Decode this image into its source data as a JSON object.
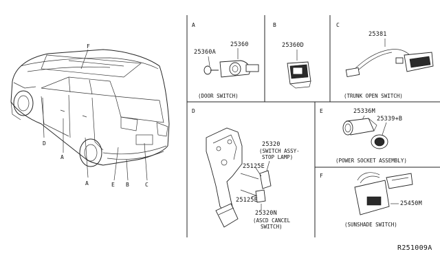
{
  "car_labels": {
    "F": "F",
    "D": "D",
    "A1": "A",
    "A2": "A",
    "E": "E",
    "B": "B",
    "C": "C"
  },
  "sections": {
    "A": {
      "letter": "A",
      "parts": [
        "25360A",
        "25360"
      ],
      "caption": "(DOOR SWITCH)"
    },
    "B": {
      "letter": "B",
      "parts": [
        "25360D"
      ]
    },
    "C": {
      "letter": "C",
      "parts": [
        "25381"
      ],
      "caption": "(TRUNK OPEN SWITCH)"
    },
    "D": {
      "letter": "D",
      "parts": [
        "25320",
        "25125E",
        "25125E",
        "25320N"
      ],
      "label_switch_assy": [
        "(SWITCH ASSY-",
        "STOP LAMP)"
      ],
      "label_ascd": [
        "(ASCD CANCEL",
        "SWITCH)"
      ]
    },
    "E": {
      "letter": "E",
      "parts": [
        "25336M",
        "25339+B"
      ],
      "caption": "(POWER SOCKET ASSEMBLY)"
    },
    "F": {
      "letter": "F",
      "parts": [
        "25450M"
      ],
      "caption": "(SUNSHADE SWITCH)"
    }
  },
  "diagram_ref": "R251009A"
}
